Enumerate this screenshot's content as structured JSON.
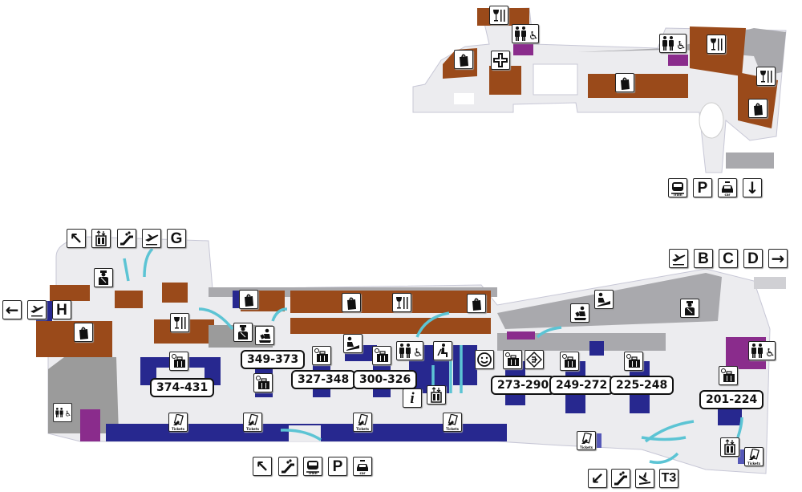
{
  "title": "Terminal floor plan",
  "colors": {
    "shop": "#9a4a1a",
    "checkin": "#27288f",
    "toilet": "#8a2c8c",
    "wall": "#9b9b9b",
    "floor": "#ececef",
    "arrow": "#5cc4d4"
  },
  "icons": {
    "bag": "shopping-bag",
    "food": "restaurant",
    "wc": "toilets-accessible",
    "pharmacy": "pharmacy-cross",
    "train": "train",
    "parking": "parking",
    "car": "rent-a-car",
    "elevator": "elevator",
    "escalator": "escalator",
    "police": "police",
    "customs": "passport-control",
    "baggage": "baggage-checkin",
    "checkin_desk": "check-in-desk",
    "info": "information",
    "meeting": "meeting-point",
    "waiting": "waiting-seat",
    "transfer": "transfer",
    "tickets": "tickets",
    "departures": "departures",
    "arrivals": "arrivals"
  },
  "labels": {
    "G": "G",
    "H": "H",
    "B": "B",
    "C": "C",
    "D": "D",
    "T3": "T3",
    "tickets": "Tickets",
    "train": "Train",
    "rent_car": "Rent a car",
    "parking": "P",
    "info": "i"
  },
  "arrows": {
    "up_left": "↖",
    "left": "←",
    "right": "→",
    "down": "↓",
    "down_left": "↙"
  },
  "checkin_ranges": [
    "374-431",
    "349-373",
    "327-348",
    "300-326",
    "273-290",
    "249-272",
    "225-248",
    "201-224"
  ]
}
